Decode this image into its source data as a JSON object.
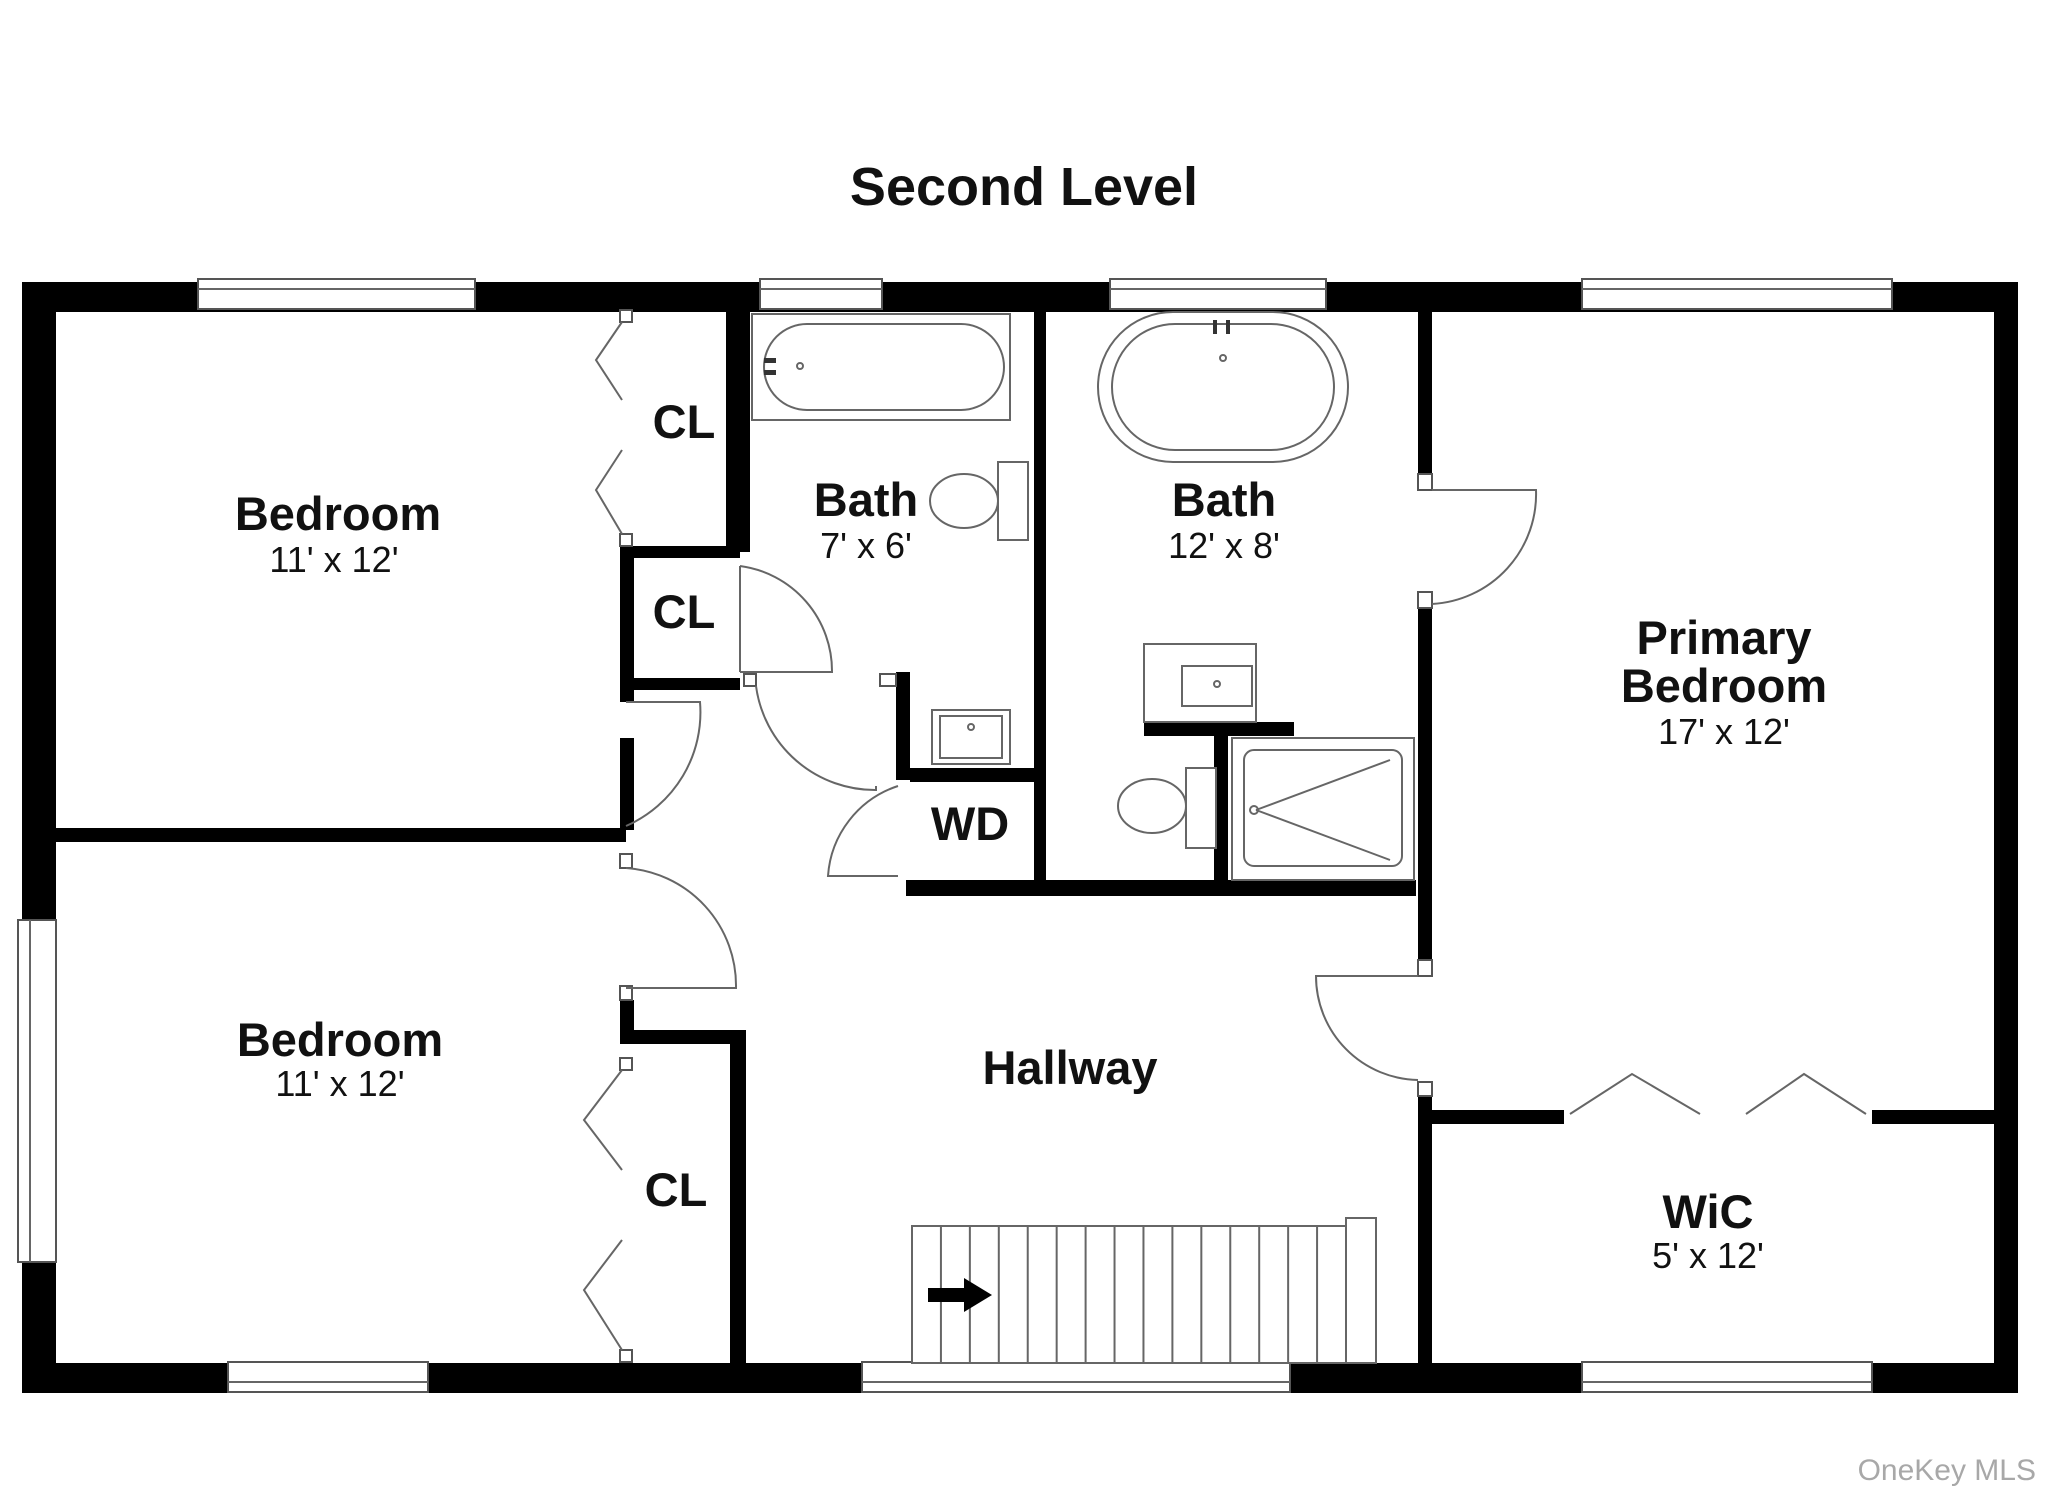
{
  "title": "Second Level",
  "watermark": "OneKey MLS",
  "rooms": {
    "bedroom_top": {
      "name": "Bedroom",
      "size": "11' x 12'"
    },
    "bedroom_bottom": {
      "name": "Bedroom",
      "size": "11' x 12'"
    },
    "bath_small": {
      "name": "Bath",
      "size": "7' x 6'"
    },
    "bath_primary": {
      "name": "Bath",
      "size": "12' x 8'"
    },
    "primary_bedroom": {
      "name_line1": "Primary",
      "name_line2": "Bedroom",
      "size": "17' x 12'"
    },
    "wic": {
      "name": "WiC",
      "size": "5' x 12'"
    },
    "hallway": {
      "name": "Hallway"
    },
    "closet_top": {
      "name": "CL"
    },
    "closet_middle": {
      "name": "CL"
    },
    "closet_bottom": {
      "name": "CL"
    },
    "washer_dryer": {
      "name": "WD"
    }
  },
  "colors": {
    "wall": "#000000",
    "fixture_line": "#666666",
    "watermark": "#a8a8a8"
  }
}
